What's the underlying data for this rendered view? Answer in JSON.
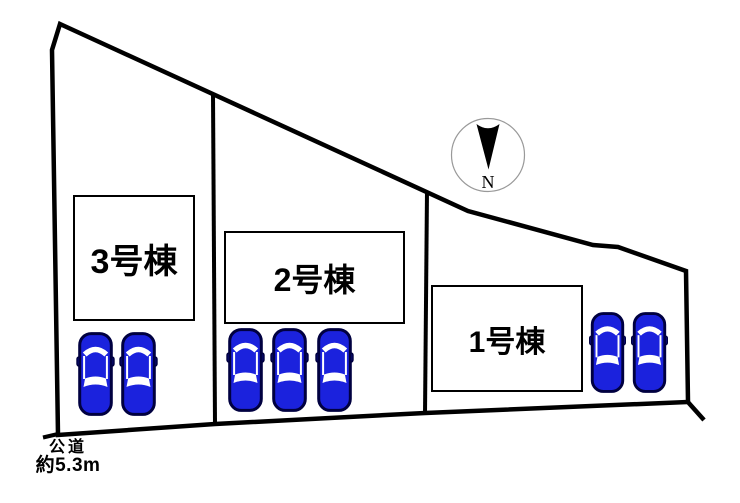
{
  "diagram_type": "lot-layout-plan",
  "buildings": [
    {
      "id": "lot-3",
      "label": "3号棟",
      "cars_parked": 2
    },
    {
      "id": "lot-2",
      "label": "2号棟",
      "cars_parked": 3
    },
    {
      "id": "lot-1",
      "label": "1号棟",
      "cars_parked": 2
    }
  ],
  "road": {
    "name": "公道",
    "width": "約5.3m"
  },
  "compass": {
    "label": "N",
    "direction": "north"
  },
  "parking": {
    "total_cars": 7,
    "car_icon": "car-top-view"
  },
  "colors": {
    "car_body": "#1b22dd",
    "car_outline": "#000040",
    "boundary": "#000000",
    "compass_circle": "#999999"
  }
}
